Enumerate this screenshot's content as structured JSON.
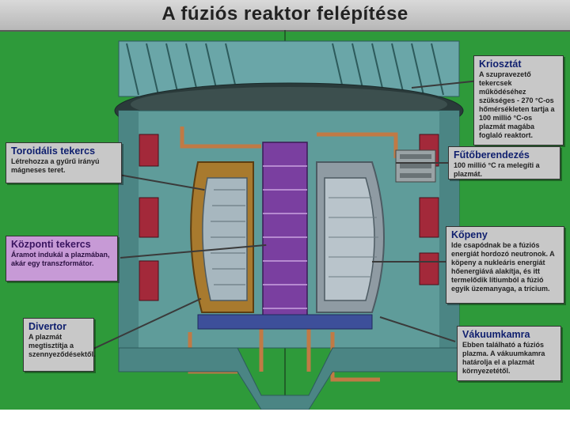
{
  "title": "A fúziós reaktor felépítése",
  "callouts": {
    "kriosztat": {
      "heading": "Kriosztát",
      "text": "A szupravezető tekercsek működéséhez szükséges - 270 °C-os hőmérsékleten tartja a 100 millió °C-os plazmát magába foglaló reaktort."
    },
    "futoberendezes": {
      "heading": "Fűtőberendezés",
      "text": "100 millió °C ra melegíti a plazmát."
    },
    "toroidalis": {
      "heading": "Toroidális tekercs",
      "text": "Létrehozza a gyűrű irányú mágneses teret."
    },
    "kozponti": {
      "heading": "Központi tekercs",
      "text": "Áramot indukál a plazmában, akár egy transzformátor."
    },
    "kopeny": {
      "heading": "Kőpeny",
      "text": "Ide csapódnak be a fúziós energiát hordozó neutronok. A köpeny a nukleáris energiát hőenergiává alakítja, és itt termelődik lítiumból a fúzió egyik üzemanyaga, a trícium."
    },
    "divertor": {
      "heading": "Divertor",
      "text": "A plazmát megtisztítja a szennyeződésektől."
    },
    "vakuumkamra": {
      "heading": "Vákuumkamra",
      "text": "Ebben található a fúziós plazma. A vákuumkamra határolja el a plazmát környezetétől."
    }
  },
  "colors": {
    "background": "#2e9a3a",
    "callout_gray": "#c8c8c8",
    "callout_purple": "#c79ad6",
    "structure_teal": "#5f9c9a",
    "coil_purple": "#7a3fa0",
    "plasma_chamber": "#a7b7bf",
    "pipe_copper": "#c07a45"
  }
}
